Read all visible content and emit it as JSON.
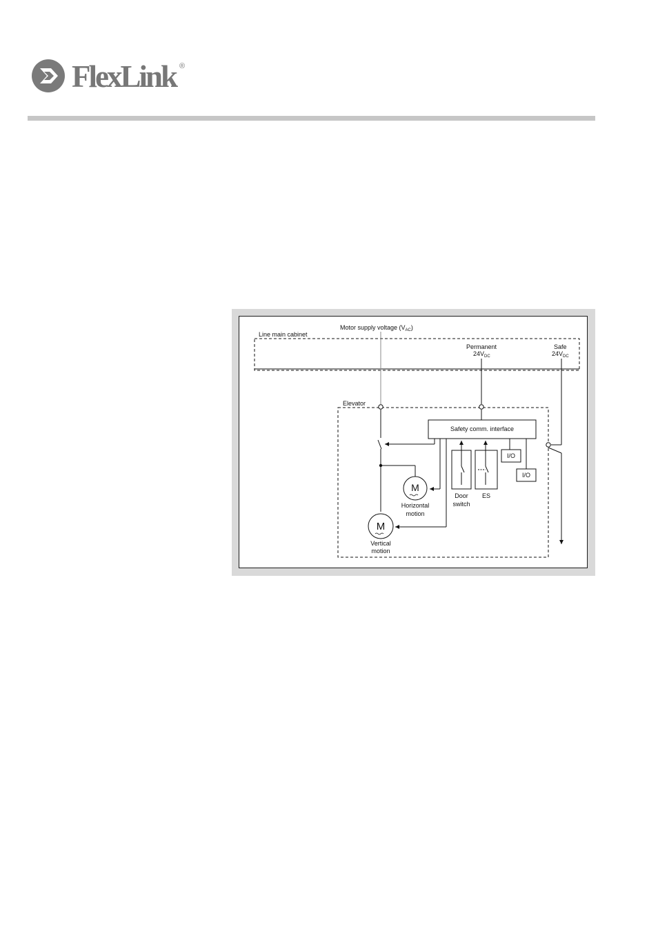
{
  "brand": {
    "name": "FlexLink",
    "registered_mark": "®"
  },
  "diagram": {
    "motor_supply_label": "Motor supply voltage (V",
    "motor_supply_sub": "AC",
    "motor_supply_close": ")",
    "line_main_cabinet": "Line main cabinet",
    "permanent_label": "Permanent",
    "permanent_voltage": "24V",
    "permanent_sub": "DC",
    "safe_label": "Safe",
    "safe_voltage": "24V",
    "safe_sub": "DC",
    "elevator_label": "Elevator",
    "safety_interface": "Safety comm. interface",
    "io_1": "I/O",
    "io_2": "I/O",
    "door_switch_line1": "Door",
    "door_switch_line2": "switch",
    "es_label": "ES",
    "motor_symbol_h": "M",
    "motor_symbol_v": "M",
    "horizontal_line1": "Horizontal",
    "horizontal_line2": "motion",
    "vertical_line1": "Vertical",
    "vertical_line2": "motion"
  }
}
